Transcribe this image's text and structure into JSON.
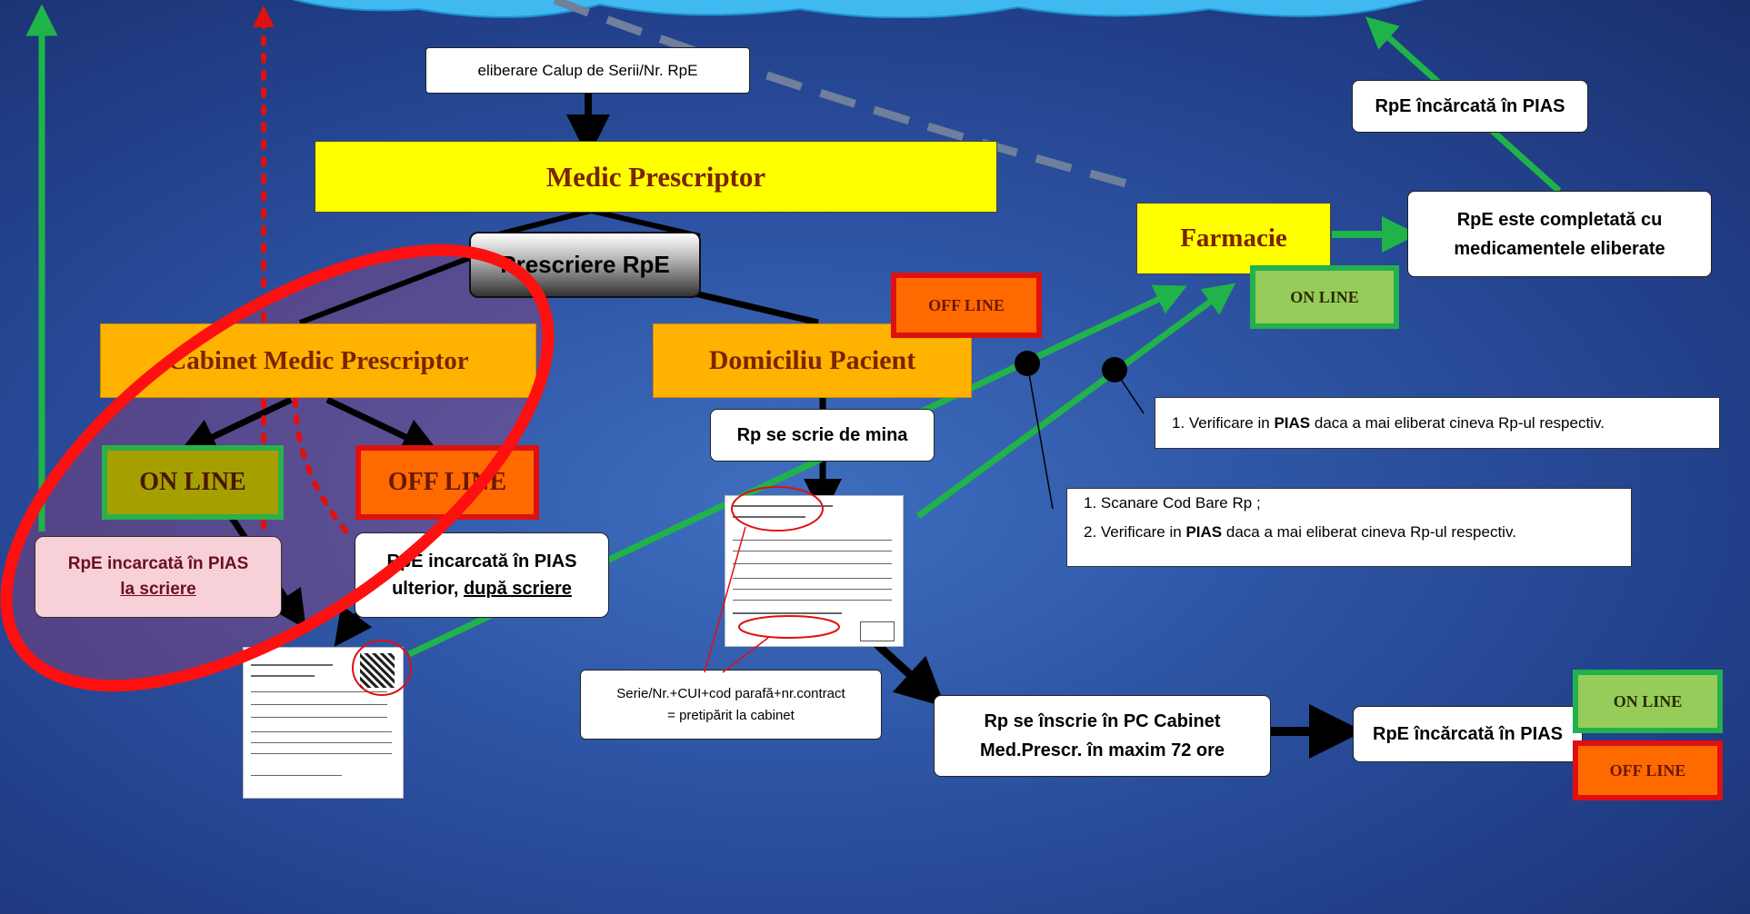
{
  "nodes": {
    "eliberare": "eliberare Calup de Serii/Nr. RpE",
    "medic": "Medic Prescriptor",
    "prescriere": "Prescriere RpE",
    "cabinet": "Cabinet Medic Prescriptor",
    "domiciliu": "Domiciliu Pacient",
    "online_left": "ON LINE",
    "offline_left": "OFF LINE",
    "rpe_la_scriere_line1": "RpE incarcată în PIAS",
    "rpe_la_scriere_line2": "la scriere",
    "rpe_dupa_line1": "RpE incarcată în PIAS",
    "rpe_dupa_line2a": "ulterior, ",
    "rpe_dupa_line2b": "după scriere",
    "offline_domiciliu": "OFF LINE",
    "rp_se_scrie": "Rp se scrie de mina",
    "farmacie": "Farmacie",
    "online_farmacie": "ON LINE",
    "rpe_completata_line1": "RpE este completată cu",
    "rpe_completata_line2": "medicamentele eliberate",
    "rpe_incarcata_top": "RpE încărcată în PIAS",
    "rp_inscrie_line1": "Rp se înscrie în PC Cabinet",
    "rp_inscrie_line2": "Med.Prescr. în maxim 72 ore",
    "rpe_incarcata_bottom": "RpE încărcată în PIAS",
    "online_bottom": "ON LINE",
    "offline_bottom": "OFF LINE",
    "serie_line1": "Serie/Nr.+CUI+cod parafă+nr.contract",
    "serie_line2": "= pretipărit la cabinet"
  },
  "notes": {
    "note1_pre": "1. Verificare in ",
    "note1_bold": "PIAS",
    "note1_post": " daca a mai eliberat cineva Rp-ul respectiv.",
    "note2a": "1. Scanare Cod Bare Rp ;",
    "note2b_pre": "2. Verificare in ",
    "note2b_bold": "PIAS",
    "note2b_post": " daca a mai eliberat cineva Rp-ul respectiv."
  },
  "colors": {
    "arrow_black": "#000000",
    "arrow_green": "#1fb34a",
    "arrow_red_dotted": "#e01010",
    "ellipse_red": "#ff1010",
    "dashed_grey": "#6f7f9c",
    "cloud": "#3fb9ef"
  }
}
